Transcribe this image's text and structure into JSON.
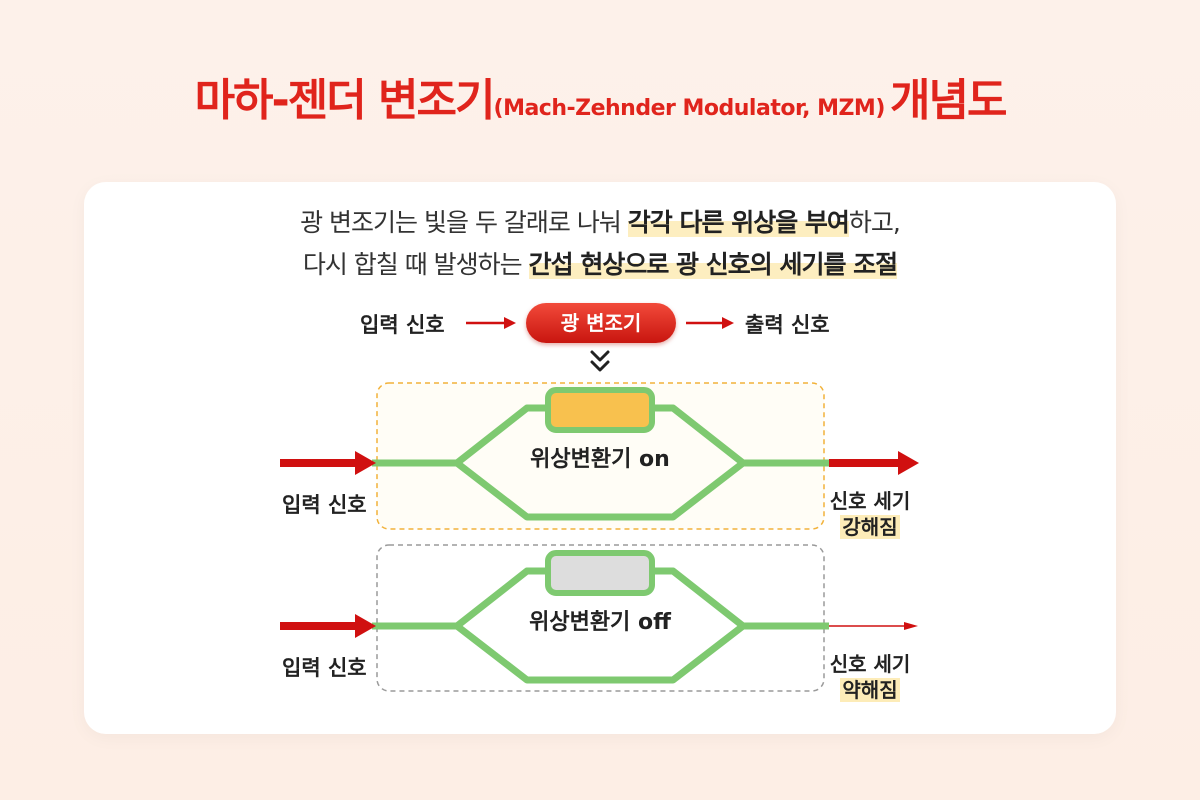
{
  "title": {
    "main": "마하-젠더 변조기",
    "paren": "(Mach-Zehnder Modulator, MZM)",
    "suffix": "개념도"
  },
  "description": {
    "line1_plain": "광 변조기는 빛을 두 갈래로 나눠 ",
    "line1_highlight": "각각 다른 위상을 부여",
    "line1_end": "하고,",
    "line2_plain": "다시 합칠 때 발생하는 ",
    "line2_highlight": "간섭 현상으로 광 신호의 세기를 조절"
  },
  "flow": {
    "input": "입력 신호",
    "modulator": "광 변조기",
    "output": "출력 신호"
  },
  "phase_on": {
    "label": "위상변환기 on",
    "input": "입력 신호",
    "result_line1": "신호 세기",
    "result_line2": "강해짐"
  },
  "phase_off": {
    "label": "위상변환기 off",
    "input": "입력 신호",
    "result_line1": "신호 세기",
    "result_line2": "약해짐"
  },
  "colors": {
    "accent_red": "#e0241c",
    "waveguide_green": "#7ec970",
    "phase_on_fill": "#f8c14e",
    "phase_off_fill": "#dddddd",
    "highlight": "#fdeec0"
  }
}
